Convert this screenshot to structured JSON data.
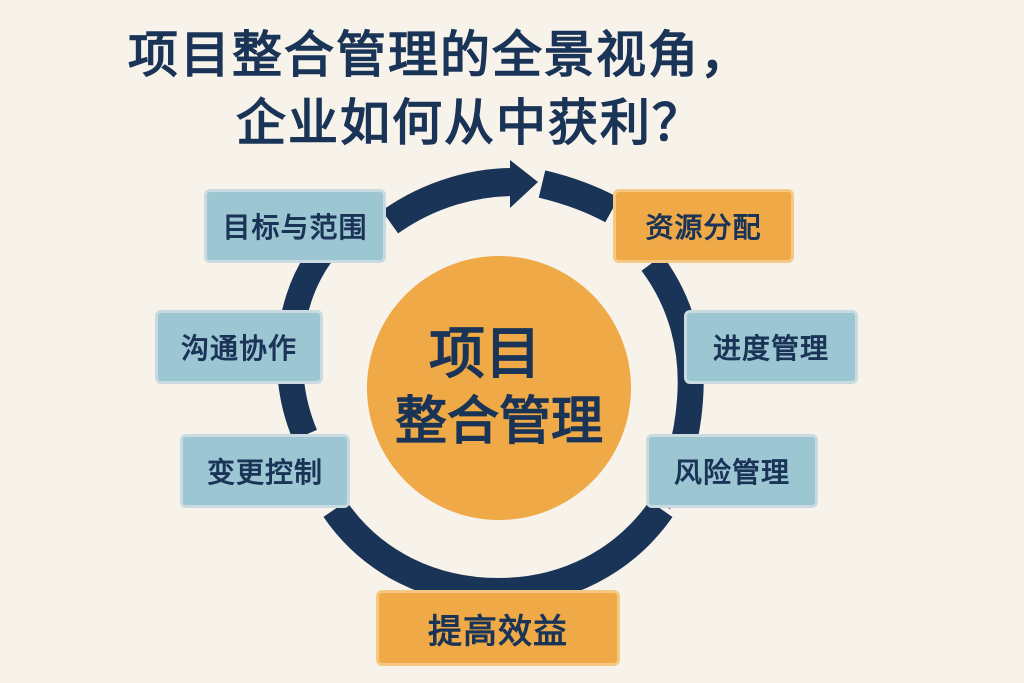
{
  "title": {
    "line1": "项目整合管理的全景视角，",
    "line2": "企业如何从中获利？"
  },
  "center": {
    "line1": "项目",
    "line2": "整合管理"
  },
  "nodes": {
    "goal": "目标与范围",
    "communication": "沟通协作",
    "change": "变更控制",
    "resource": "资源分配",
    "schedule": "进度管理",
    "risk": "风险管理",
    "benefit": "提高效益"
  },
  "colors": {
    "background": "#f8f3ea",
    "navy": "#1a3457",
    "orange": "#efa947",
    "blue": "#9dc6d3"
  }
}
